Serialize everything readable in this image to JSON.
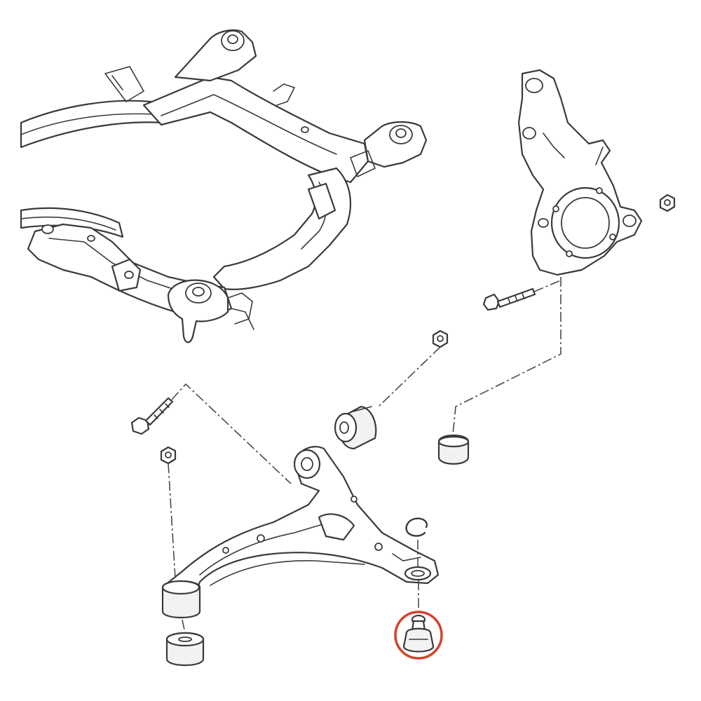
{
  "diagram": {
    "highlight_color": "#d2442c",
    "highlighted_part": "ball-joint",
    "parts": [
      "front-subframe",
      "steering-knuckle",
      "lower-control-arm",
      "front-bushing",
      "rear-bushing",
      "ball-joint",
      "knuckle-bushing",
      "snap-ring",
      "bolt",
      "nut"
    ]
  }
}
